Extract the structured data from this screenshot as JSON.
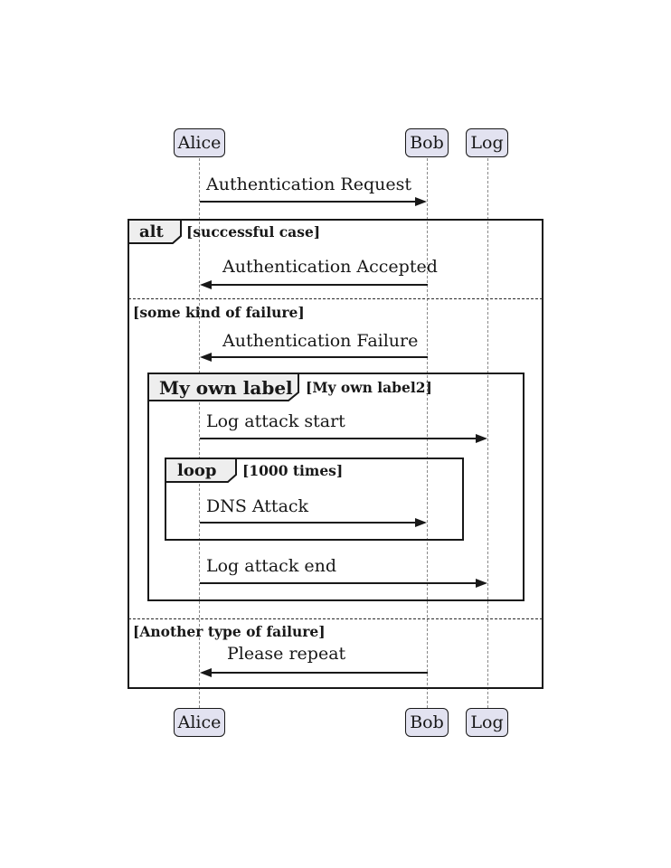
{
  "diagram": {
    "type": "sequence-diagram",
    "participants": [
      {
        "name": "Alice"
      },
      {
        "name": "Bob"
      },
      {
        "name": "Log"
      }
    ],
    "messages": [
      {
        "label": "Authentication Request",
        "from": "Alice",
        "to": "Bob"
      },
      {
        "label": "Authentication Accepted",
        "from": "Bob",
        "to": "Alice"
      },
      {
        "label": "Authentication Failure",
        "from": "Bob",
        "to": "Alice"
      },
      {
        "label": "Log attack start",
        "from": "Alice",
        "to": "Log"
      },
      {
        "label": "DNS Attack",
        "from": "Alice",
        "to": "Bob"
      },
      {
        "label": "Log attack end",
        "from": "Alice",
        "to": "Log"
      },
      {
        "label": "Please repeat",
        "from": "Bob",
        "to": "Alice"
      }
    ],
    "frames": {
      "alt": {
        "keyword": "alt",
        "condition": "[successful case]"
      },
      "group": {
        "keyword": "My own label",
        "condition": "[My own label2]"
      },
      "loop": {
        "keyword": "loop",
        "condition": "[1000 times]"
      }
    },
    "dividers": [
      {
        "label": "[some kind of failure]"
      },
      {
        "label": "[Another type of failure]"
      }
    ],
    "colors": {
      "participant_fill": "#E2E2F0",
      "frame_header_fill": "#EEEEEE",
      "line": "#181818",
      "lifeline": "#8a8a8a",
      "background": "#ffffff"
    }
  }
}
